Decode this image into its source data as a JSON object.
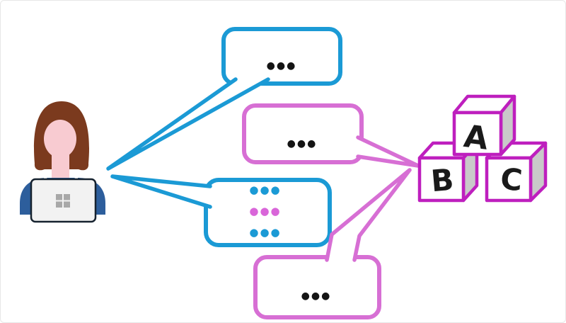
{
  "colors": {
    "user_blue": "#1b9ad5",
    "builder_pink": "#d76fd4",
    "dot_blue": "#1b9ad5",
    "dot_pink": "#d966d9",
    "dot_black": "#141414",
    "block_magenta": "#be1fbe",
    "block_side_gray": "#c9c9c9",
    "block_face_white": "#ffffff",
    "hair_brown": "#7b3a1e",
    "skin_pink": "#f8cbd1",
    "shirt_blue": "#2d5e9c",
    "collar_white": "#ffffff",
    "laptop_gray": "#f2f2f2",
    "laptop_border": "#16222f",
    "windows_logo_gray": "#a8a8a8"
  },
  "bubbles": {
    "top_user": {
      "text": "●●●"
    },
    "right_builder": {
      "text": "●●●"
    },
    "middle_mixed": {
      "rows": [
        {
          "text": "●●●",
          "color": "#1b9ad5"
        },
        {
          "text": "●●●",
          "color": "#d966d9"
        },
        {
          "text": "●●●",
          "color": "#1b9ad5"
        }
      ]
    },
    "bottom_builder": {
      "text": "●●●"
    }
  },
  "blocks": {
    "letters": [
      "A",
      "B",
      "C"
    ]
  }
}
